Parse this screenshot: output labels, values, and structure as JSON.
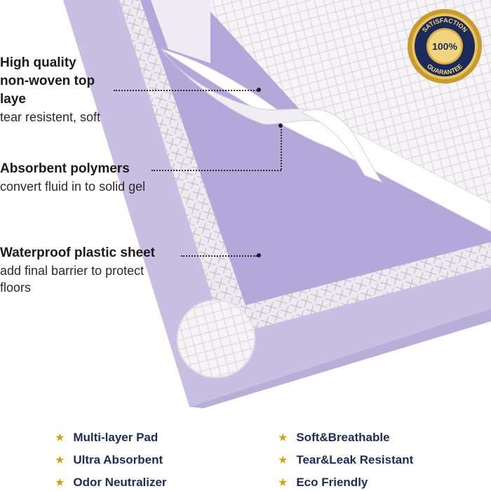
{
  "callouts": {
    "top": {
      "title_lines": [
        "High quality",
        "non-woven top",
        "laye"
      ],
      "desc": "tear resistent, soft"
    },
    "middle": {
      "title": "Absorbent polymers",
      "desc": "convert fluid in to solid gel"
    },
    "bottom": {
      "title": "Waterproof plastic sheet",
      "desc_lines": [
        "add final barrier to protect",
        "floors"
      ]
    }
  },
  "badge": {
    "top_text": "SATISFACTION",
    "center_text": "100%",
    "bottom_text": "GUARANTEE"
  },
  "features": {
    "left": [
      "Multi-layer Pad",
      "Ultra Absorbent",
      "Odor Neutralizer"
    ],
    "right": [
      "Soft&Breathable",
      "Tear&Leak Resistant",
      "Eco Friendly"
    ]
  },
  "colors": {
    "pad_lavender": "#c7bde3",
    "pad_purple": "#b3a6d8",
    "quilted_white": "#f4f2f5",
    "feature_text": "#1f2b57",
    "star_gold": "#d4a21a",
    "badge_gold": "#c99a2e",
    "badge_navy": "#1c2a5a"
  }
}
